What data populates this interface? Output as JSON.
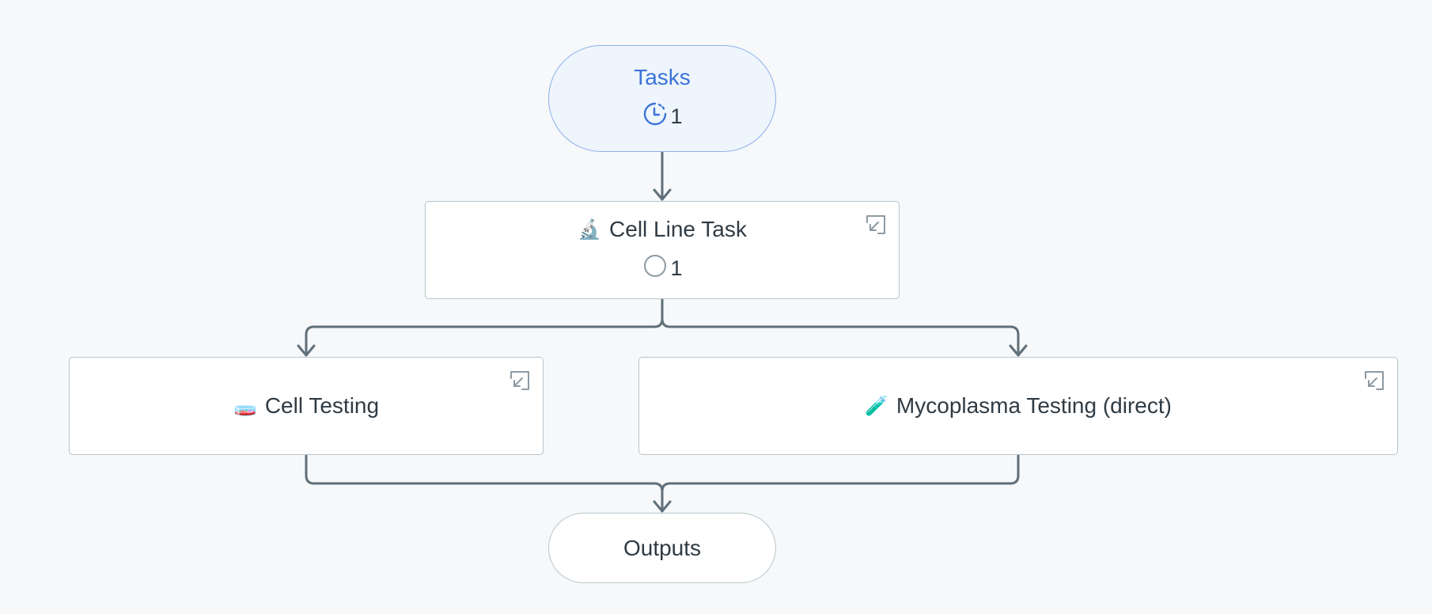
{
  "diagram": {
    "start": {
      "label": "Tasks",
      "count": "1",
      "icon": "clock-icon"
    },
    "nodes": [
      {
        "id": "cell-line-task",
        "emoji": "🔬",
        "icon": "microscope-icon",
        "label": "Cell Line Task",
        "count": "1",
        "status_icon": "empty-circle-icon"
      },
      {
        "id": "cell-testing",
        "emoji": "🧫",
        "icon": "petri-dish-icon",
        "label": "Cell Testing"
      },
      {
        "id": "mycoplasma-testing",
        "emoji": "🧪",
        "icon": "test-tube-icon",
        "label": "Mycoplasma Testing (direct)"
      }
    ],
    "end": {
      "label": "Outputs"
    },
    "edges": [
      {
        "from": "Tasks",
        "to": "Cell Line Task"
      },
      {
        "from": "Cell Line Task",
        "to": "Cell Testing"
      },
      {
        "from": "Cell Line Task",
        "to": "Mycoplasma Testing (direct)"
      },
      {
        "from": "Cell Testing",
        "to": "Outputs"
      },
      {
        "from": "Mycoplasma Testing (direct)",
        "to": "Outputs"
      }
    ],
    "colors": {
      "accent": "#3b73d9",
      "edge": "#5f7079",
      "node_border": "#b9c5cb",
      "start_fill": "#eef5fc"
    }
  }
}
